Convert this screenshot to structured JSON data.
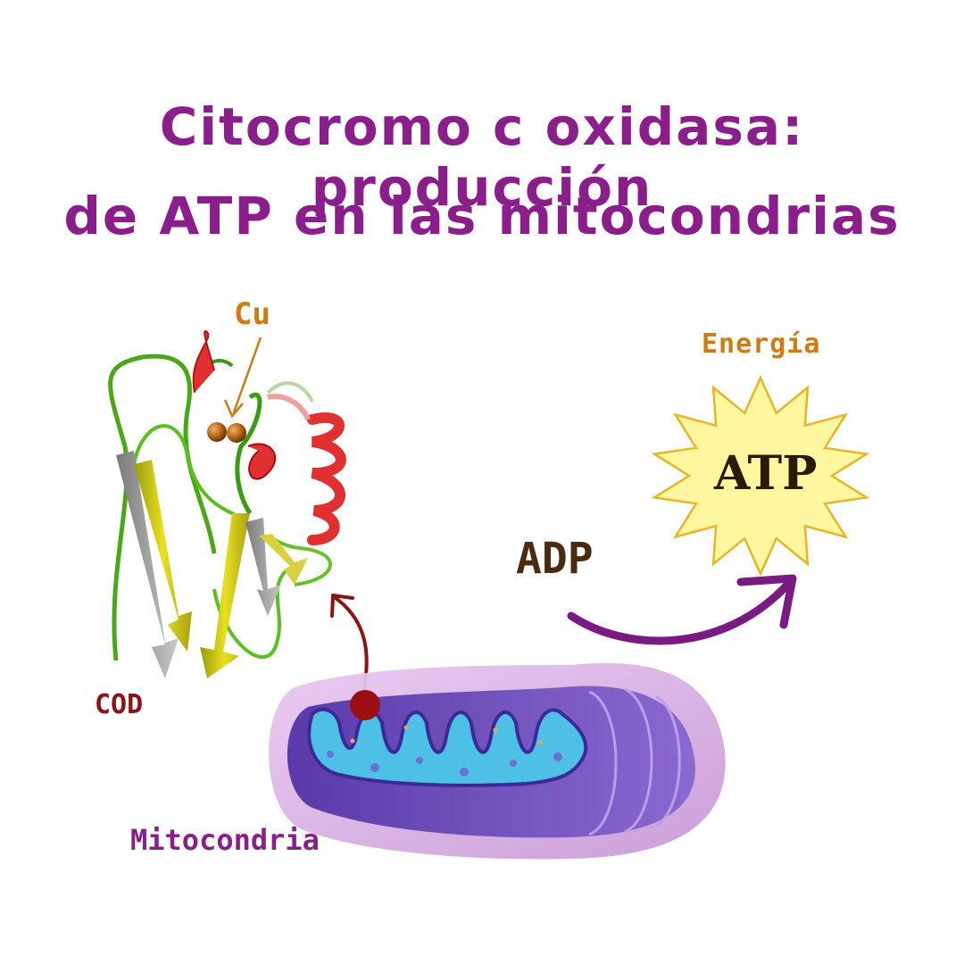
{
  "title": {
    "line1": "Citocromo c oxidasa: producción",
    "line2": "de ATP en las mitocondrias"
  },
  "labels": {
    "cu": "Cu",
    "cod": "COD",
    "energia": "Energía",
    "atp": "ATP",
    "adp": "ADP",
    "mitocondria": "Mitocondria"
  },
  "colors": {
    "title": "#8a1f8c",
    "cu_label": "#d07a14",
    "energia_label": "#d07a14",
    "cod_label": "#8a1414",
    "adp_label": "#4a2a10",
    "star_fill": "#fff7a0",
    "star_stroke": "#e8b428",
    "arrow_purple": "#7a1a82",
    "arrow_red": "#8a1414"
  }
}
